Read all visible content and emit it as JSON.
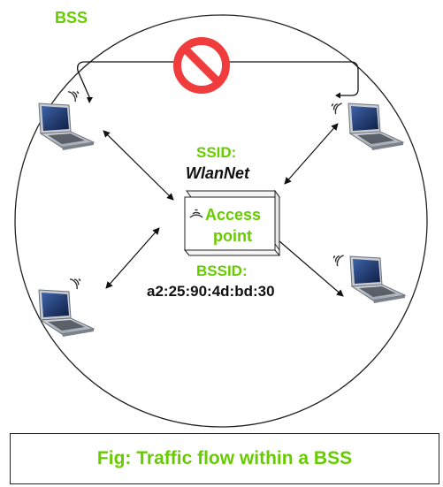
{
  "bss": {
    "label": "BSS"
  },
  "access_point": {
    "ssid_label": "SSID:",
    "ssid_value": "WlanNet",
    "label_line1": "Access",
    "label_line2": "point",
    "bssid_label": "BSSID:",
    "bssid_value": "a2:25:90:4d:bd:30"
  },
  "prohibition": {
    "icon": "no-entry-icon",
    "meaning": ""
  },
  "laptops": [
    {
      "icon": "laptop-icon",
      "position": "top-left"
    },
    {
      "icon": "laptop-icon",
      "position": "top-right"
    },
    {
      "icon": "laptop-icon",
      "position": "bottom-left"
    },
    {
      "icon": "laptop-icon",
      "position": "bottom-right"
    }
  ],
  "caption": {
    "text": "Fig: Traffic flow within a BSS"
  },
  "colors": {
    "label_green": "#66cc00",
    "prohibit_red": "#f03c3c",
    "laptop_blue": "#2d4d8a"
  }
}
